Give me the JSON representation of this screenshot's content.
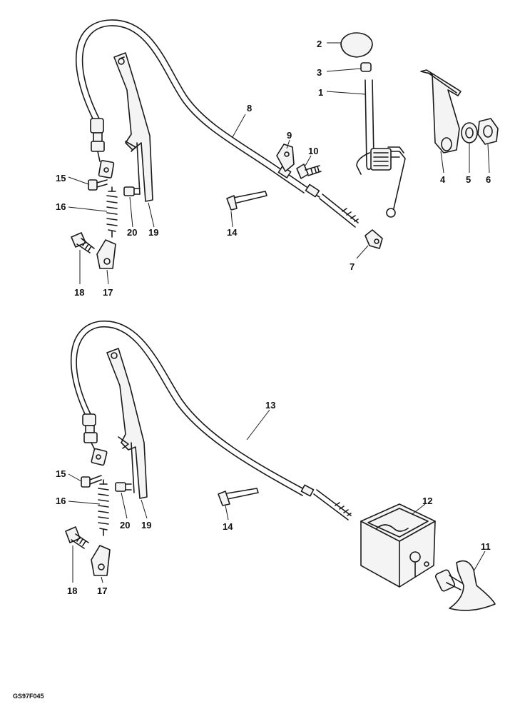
{
  "diagram_code": "GS97F045",
  "labels": {
    "l1": "1",
    "l2": "2",
    "l3": "3",
    "l4": "4",
    "l5": "5",
    "l6": "6",
    "l7": "7",
    "l8": "8",
    "l9": "9",
    "l10": "10",
    "l11": "11",
    "l12": "12",
    "l13": "13",
    "l14": "14",
    "l15": "15",
    "l16": "16",
    "l17": "17",
    "l18": "18",
    "l19": "19",
    "l20": "20"
  }
}
